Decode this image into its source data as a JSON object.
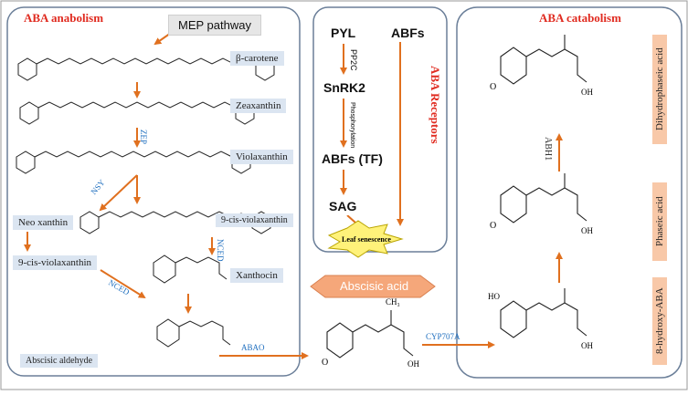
{
  "panels": {
    "anabolism_title": "ABA anabolism",
    "receptors_title": "ABA Receptors",
    "catabolism_title": "ABA catabolism"
  },
  "anabolism": {
    "mep_pathway": "MEP pathway",
    "beta_carotene": "β-carotene",
    "zeaxanthin": "Zeaxanthin",
    "violaxanthin": "Violaxanthin",
    "neo_xanthin": "Neo xanthin",
    "nine_cis_right": "9-cis-violaxanthin",
    "nine_cis_left": "9-cis-violaxanthin",
    "xanthocin": "Xanthocin",
    "abscisic_aldehyde": "Abscisic aldehyde",
    "enzyme_zep": "ZEP",
    "enzyme_nsy": "NSY",
    "enzyme_nced_right": "NCED",
    "enzyme_nced_left": "NCED",
    "enzyme_abao": "ABAO"
  },
  "receptors": {
    "pyl": "PYL",
    "abfs": "ABFs",
    "snrk2": "SnRK2",
    "abfs_tf": "ABFs (TF)",
    "sag": "SAG",
    "pp2c": "PP2C",
    "phosphorylation": "Phosphorylation",
    "leaf_senescence": "Leaf senescence"
  },
  "center": {
    "abscisic_acid": "Abscisic acid",
    "enzyme_cyp707a": "CYP707A"
  },
  "catabolism": {
    "dihydrophaseic_acid": "Dihydrophaseic acid",
    "phaseic_acid": "Phaseic acid",
    "hydroxy_aba": "8-hydroxy-ABA",
    "enzyme_abh1": "ABH1"
  },
  "colors": {
    "arrow": "#e0701f",
    "title_red": "#e02b20",
    "enzyme_blue": "#1f6fbf",
    "panel_border": "#6b7f99",
    "label_blue_bg": "#dbe5f1",
    "tag_orange_bg": "#f8c8a8",
    "star_yellow": "#fff27a",
    "hexagon_orange": "#f5a77a"
  },
  "chem": {
    "oh": "OH",
    "ho": "HO",
    "o": "O",
    "ch3": "CH₃"
  }
}
